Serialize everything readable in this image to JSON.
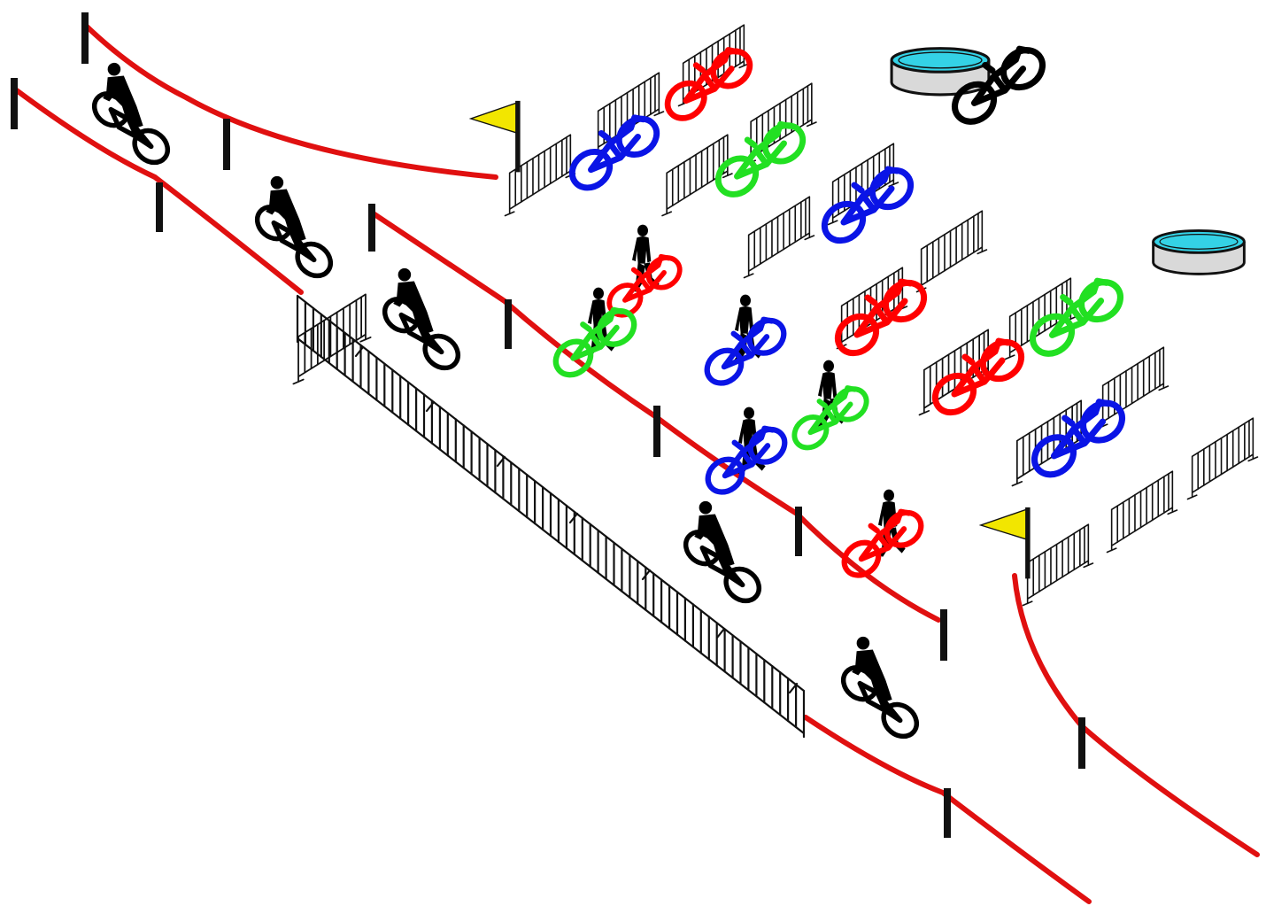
{
  "scene": {
    "background": "#ffffff",
    "colors": {
      "tape": "#e01010",
      "post": "#111111",
      "fence": "#111111",
      "flag": "#f2e600",
      "pool_water": "#34d2e6",
      "pool_wall": "#d9d9d9",
      "bike_black": "#000000",
      "bike_red": "#ff0000",
      "bike_green": "#22e022",
      "bike_blue": "#0a14e6"
    },
    "icons": {
      "cyclist": "person-riding-bike-icon",
      "walker": "person-walking-bike-icon",
      "parked_bike": "parked-bike-icon",
      "fence": "crowd-barrier-icon",
      "flag": "course-marker-flag-icon",
      "pool": "water-basin-icon"
    },
    "riders": [
      {
        "kind": "cyclist",
        "color": "black"
      },
      {
        "kind": "cyclist",
        "color": "black"
      },
      {
        "kind": "cyclist",
        "color": "black"
      },
      {
        "kind": "cyclist",
        "color": "black"
      },
      {
        "kind": "cyclist",
        "color": "black"
      },
      {
        "kind": "walker",
        "color": "red"
      },
      {
        "kind": "walker",
        "color": "green"
      },
      {
        "kind": "walker",
        "color": "blue"
      },
      {
        "kind": "walker",
        "color": "blue"
      },
      {
        "kind": "walker",
        "color": "green"
      },
      {
        "kind": "walker",
        "color": "red"
      }
    ],
    "parked_bikes": [
      {
        "color": "red"
      },
      {
        "color": "blue"
      },
      {
        "color": "green"
      },
      {
        "color": "blue"
      },
      {
        "color": "red"
      },
      {
        "color": "red"
      },
      {
        "color": "green"
      },
      {
        "color": "blue"
      }
    ],
    "free_bikes": [
      {
        "color": "black"
      }
    ]
  }
}
